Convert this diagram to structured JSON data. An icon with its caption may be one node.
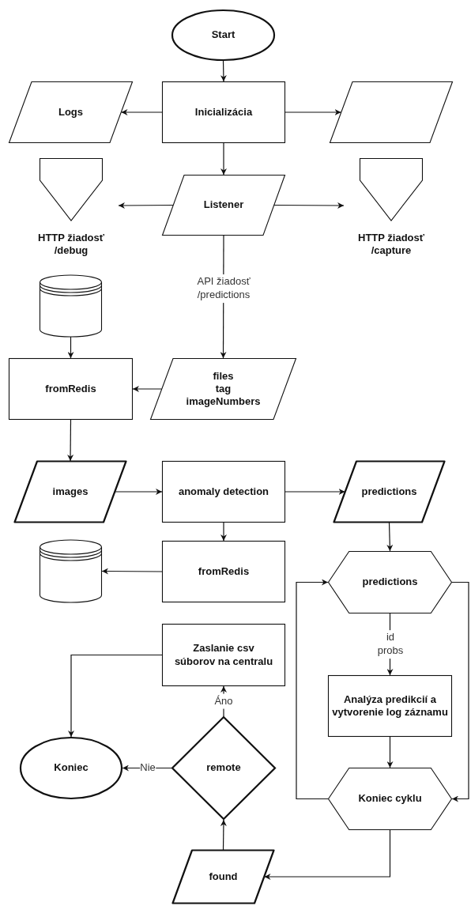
{
  "diagram": {
    "nodes": [
      {
        "text": [
          "Start"
        ]
      },
      {
        "text": [
          "Logs"
        ]
      },
      {
        "text": [
          "Inicializácia"
        ]
      },
      {
        "text": [],
        "shape": "parallelogram"
      },
      {
        "text": [
          "HTTP žiadosť /debug"
        ]
      },
      {
        "text": [
          "Listener"
        ]
      },
      {
        "text": [
          "HTTP žiadosť /capture"
        ]
      },
      {
        "text": [],
        "shape": "cylinder"
      },
      {
        "text": [
          "fromRedis"
        ]
      },
      {
        "text": [
          "files",
          "tag",
          "imageNumbers"
        ]
      },
      {
        "text": [
          "images"
        ]
      },
      {
        "text": [
          "anomaly detection"
        ]
      },
      {
        "text": [
          "predictions"
        ]
      },
      {
        "text": [
          "fromRedis"
        ]
      },
      {
        "text": [],
        "shape": "cylinder"
      },
      {
        "text": [
          "predictions"
        ]
      },
      {
        "text": [
          "Zaslanie csv súborov na centralu"
        ]
      },
      {
        "text": [
          "Analýza predikcií a vytvorenie log záznamu"
        ]
      },
      {
        "text": [
          "Koniec"
        ]
      },
      {
        "text": [
          "remote"
        ]
      },
      {
        "text": [
          "Koniec cyklu"
        ]
      },
      {
        "text": [
          "found"
        ]
      }
    ],
    "edges": [
      {
        "from": 0,
        "to": 2,
        "arrow": "to"
      },
      {
        "from": 2,
        "to": 1,
        "arrow": "to"
      },
      {
        "from": 2,
        "to": 3,
        "arrow": "to"
      },
      {
        "from": 2,
        "to": 5,
        "arrow": "to"
      },
      {
        "from": 5,
        "to": 4,
        "arrow": "to"
      },
      {
        "from": 5,
        "to": 6,
        "arrow": "to"
      },
      {
        "from": 5,
        "to": 9,
        "arrow": "to",
        "label": "API žiadosť /predictions"
      },
      {
        "from": 7,
        "to": 8,
        "arrow": "to"
      },
      {
        "from": 9,
        "to": 8,
        "arrow": "to"
      },
      {
        "from": 8,
        "to": 10,
        "arrow": "to"
      },
      {
        "from": 10,
        "to": 11,
        "arrow": "to"
      },
      {
        "from": 11,
        "to": 12,
        "arrow": "to"
      },
      {
        "from": 11,
        "to": 13,
        "arrow": "to"
      },
      {
        "from": 13,
        "to": 14,
        "arrow": "to"
      },
      {
        "from": 12,
        "to": 15,
        "arrow": "to"
      },
      {
        "from": 15,
        "to": 17,
        "arrow": "to",
        "label": "id probs"
      },
      {
        "from": 17,
        "to": 20,
        "arrow": "to"
      },
      {
        "from": 20,
        "to": 15,
        "arrow": "to"
      },
      {
        "from": 15,
        "to": 20,
        "arrow": "to"
      },
      {
        "from": 20,
        "to": 21,
        "arrow": "to"
      },
      {
        "from": 21,
        "to": 19,
        "arrow": "to"
      },
      {
        "from": 19,
        "to": 16,
        "arrow": "to",
        "label": "Áno"
      },
      {
        "from": 19,
        "to": 18,
        "arrow": "to",
        "label": "Nie"
      },
      {
        "from": 16,
        "to": 18,
        "arrow": "to"
      }
    ]
  }
}
